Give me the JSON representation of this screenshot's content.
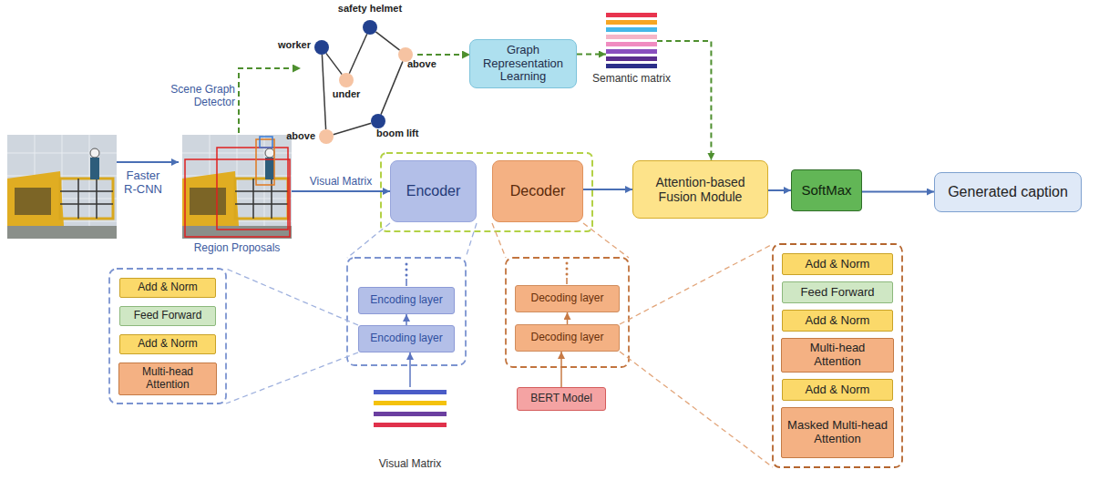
{
  "diagram": {
    "nodes": [
      {
        "text": [
          "safety helmet"
        ]
      },
      {
        "text": [
          "worker"
        ]
      },
      {
        "text": [
          "under"
        ]
      },
      {
        "text": [
          "above"
        ]
      },
      {
        "text": [
          "above"
        ]
      },
      {
        "text": [
          "boom lift"
        ]
      },
      {
        "text": [
          "Region Proposals"
        ]
      },
      {
        "text": [
          "Graph Representation Learning"
        ]
      },
      {
        "text": [
          "Semantic matrix"
        ]
      },
      {
        "text": [
          "Encoder"
        ]
      },
      {
        "text": [
          "Decoder"
        ]
      },
      {
        "text": [
          "Attention-based Fusion Module"
        ]
      },
      {
        "text": [
          "SoftMax"
        ]
      },
      {
        "text": [
          "Generated caption"
        ]
      },
      {
        "text": [
          "Add & Norm"
        ]
      },
      {
        "text": [
          "Feed Forward"
        ]
      },
      {
        "text": [
          "Add & Norm"
        ]
      },
      {
        "text": [
          "Multi-head Attention"
        ]
      },
      {
        "text": [
          "Encoding layer"
        ]
      },
      {
        "text": [
          "Encoding layer"
        ]
      },
      {
        "text": [
          "Decoding layer"
        ]
      },
      {
        "text": [
          "Decoding layer"
        ]
      },
      {
        "text": [
          "Add & Norm"
        ]
      },
      {
        "text": [
          "Feed Forward"
        ]
      },
      {
        "text": [
          "Add & Norm"
        ]
      },
      {
        "text": [
          "Multi-head Attention"
        ]
      },
      {
        "text": [
          "Add & Norm"
        ]
      },
      {
        "text": [
          "Masked Multi-head Attention"
        ]
      },
      {
        "text": [
          "BERT Model"
        ]
      },
      {
        "text": [
          "Visual Matrix"
        ]
      }
    ],
    "edges": [
      {
        "from": 1,
        "to": 2,
        "arrow": "none"
      },
      {
        "from": 2,
        "to": 0,
        "arrow": "none"
      },
      {
        "from": 0,
        "to": 3,
        "arrow": "none"
      },
      {
        "from": 3,
        "to": 5,
        "arrow": "none"
      },
      {
        "from": 1,
        "to": 4,
        "arrow": "none"
      },
      {
        "from": 4,
        "to": 5,
        "arrow": "none"
      },
      {
        "from": 7,
        "to": 8,
        "arrow": "to"
      },
      {
        "from": 8,
        "to": 11,
        "arrow": "to"
      },
      {
        "from": 6,
        "to": 9,
        "label": "Visual Matrix",
        "arrow": "to"
      },
      {
        "from": 10,
        "to": 11,
        "arrow": "to"
      },
      {
        "from": 11,
        "to": 12,
        "arrow": "to"
      },
      {
        "from": 12,
        "to": 13,
        "arrow": "to"
      },
      {
        "from": 19,
        "to": 18,
        "arrow": "to"
      },
      {
        "from": 21,
        "to": 20,
        "arrow": "to"
      },
      {
        "from": 29,
        "to": 19,
        "arrow": "to"
      },
      {
        "from": 28,
        "to": 21,
        "arrow": "to"
      }
    ],
    "labels": [
      "Faster R-CNN",
      "Scene Graph Detector"
    ]
  }
}
